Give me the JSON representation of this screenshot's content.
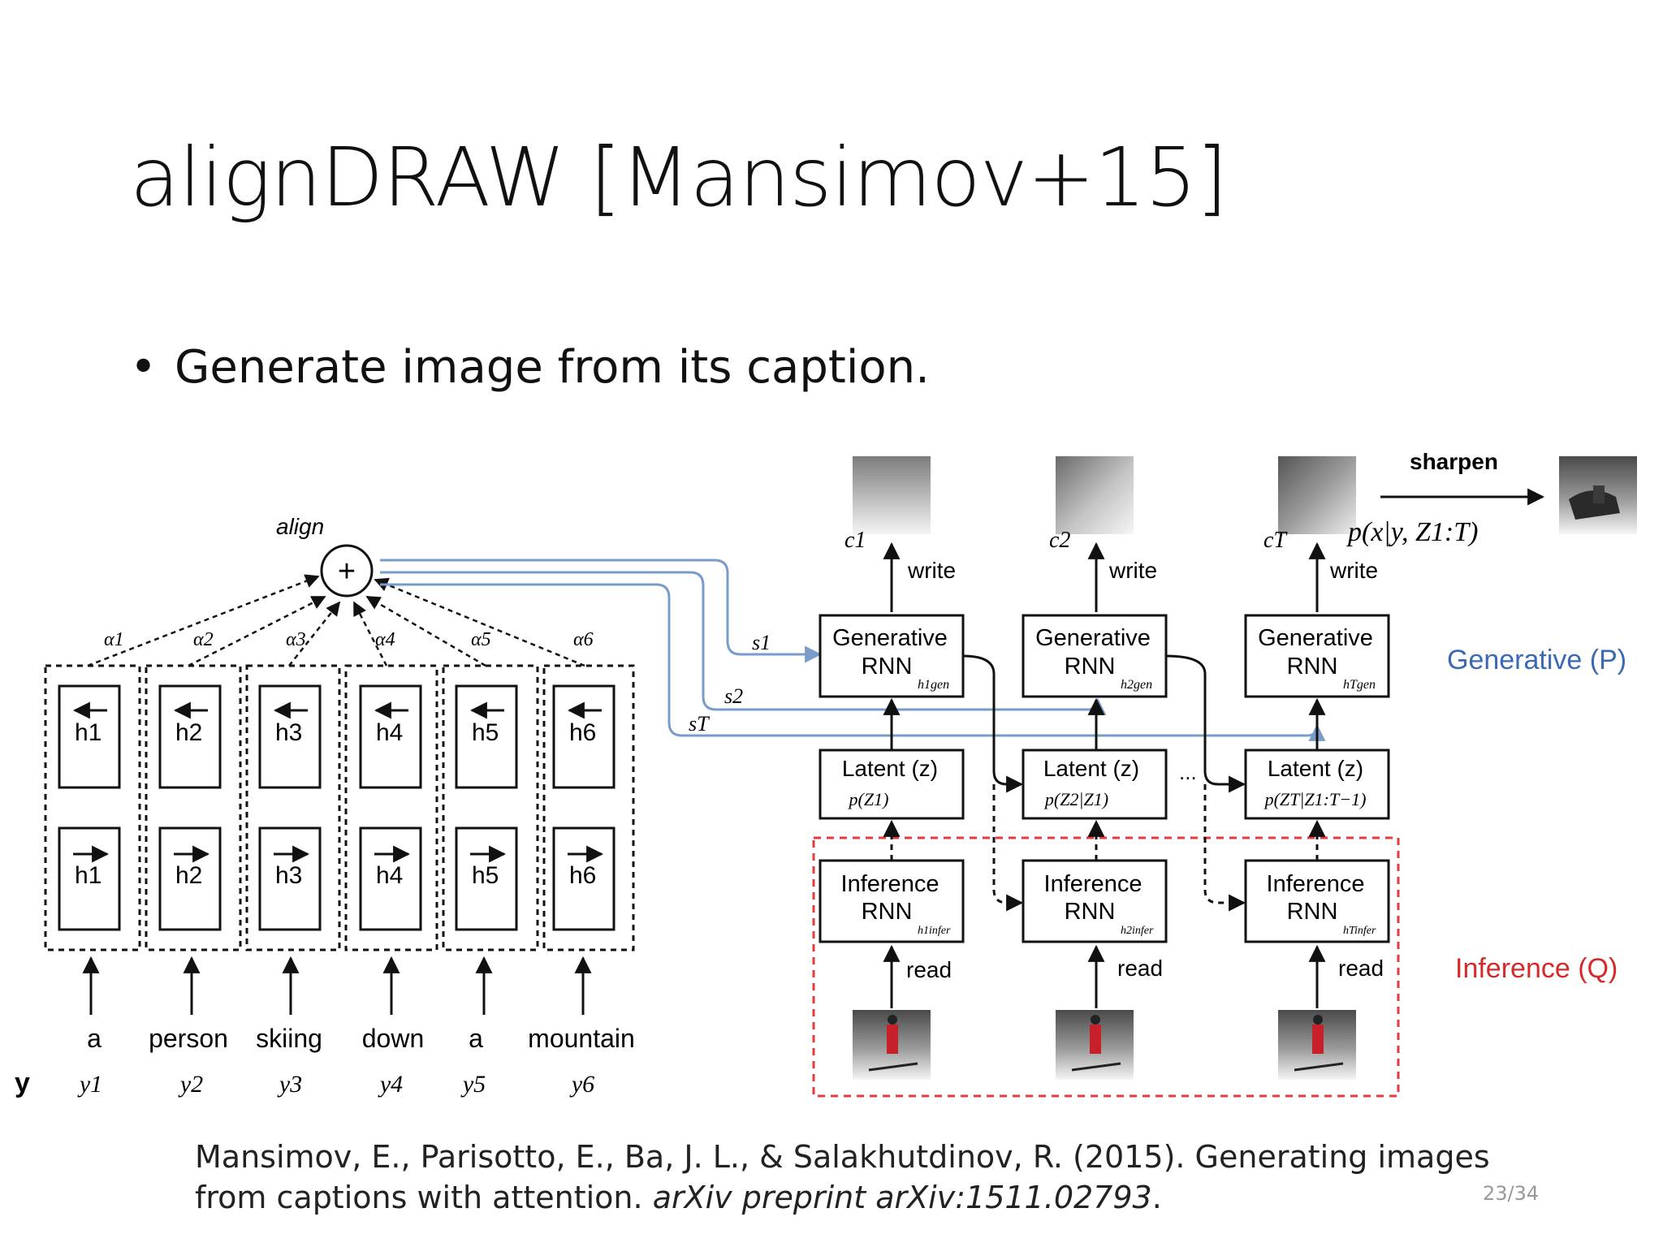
{
  "slide": {
    "title": "alignDRAW [Mansimov+15]",
    "bullet": "Generate image from its caption.",
    "page_number": "23/34",
    "citation_line1": "Mansimov, E., Parisotto, E., Ba, J. L., & Salakhutdinov, R. (2015). Generating images",
    "citation_line2_plain": "from captions with attention. ",
    "citation_line2_italic": "arXiv preprint arXiv:1511.02793",
    "citation_line2_end": "."
  },
  "diagram": {
    "align_label": "align",
    "plus_symbol": "+",
    "alphas": [
      "α1",
      "α2",
      "α3",
      "α4",
      "α5",
      "α6"
    ],
    "backward_h": [
      "h1",
      "h2",
      "h3",
      "h4",
      "h5",
      "h6"
    ],
    "forward_h": [
      "h1",
      "h2",
      "h3",
      "h4",
      "h5",
      "h6"
    ],
    "words": [
      "a",
      "person",
      "skiing",
      "down",
      "a",
      "mountain"
    ],
    "y_label": "y",
    "y_subs": [
      "y1",
      "y2",
      "y3",
      "y4",
      "y5",
      "y6"
    ],
    "s_labels": [
      "s1",
      "s2",
      "sT"
    ],
    "canvas_labels": [
      "c1",
      "c2",
      "cT"
    ],
    "write_label": "write",
    "read_label": "read",
    "sharpen_label": "sharpen",
    "px_label": "p(x|y, Z1:T)",
    "gen_rnn_line1": "Generative",
    "gen_rnn_line2": "RNN",
    "gen_h": [
      "h1gen",
      "h2gen",
      "hTgen"
    ],
    "latent_label": "Latent (z)",
    "latent_p": [
      "p(Z1)",
      "p(Z2|Z1)",
      "p(ZT|Z1:T−1)"
    ],
    "ellipsis": "...",
    "inf_rnn_line1": "Inference",
    "inf_rnn_line2": "RNN",
    "inf_h": [
      "h1infer",
      "h2infer",
      "hTinfer"
    ],
    "generative_label": "Generative (P)",
    "inference_label": "Inference (Q)",
    "colors": {
      "blue_line": "#7a9cc9",
      "generative_text": "#3a6ab3",
      "inference_text": "#d42a2a",
      "inference_box": "#e53a3a"
    }
  }
}
